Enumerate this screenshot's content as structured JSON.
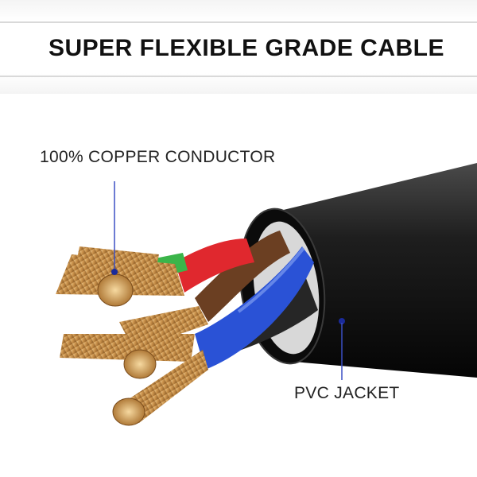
{
  "header": {
    "title": "SUPER FLEXIBLE GRADE CABLE"
  },
  "callouts": {
    "conductor_label": "100% COPPER CONDUCTOR",
    "jacket_label": "PVC JACKET"
  },
  "colors": {
    "pointer_line": "#3a4fc4",
    "jacket": "#1a1a1a",
    "copper": "#c8904a",
    "wire_green": "#3bb54a",
    "wire_red": "#e0282e",
    "wire_brown": "#6b3f22",
    "wire_blue": "#2a52d6",
    "wire_black": "#262626"
  }
}
